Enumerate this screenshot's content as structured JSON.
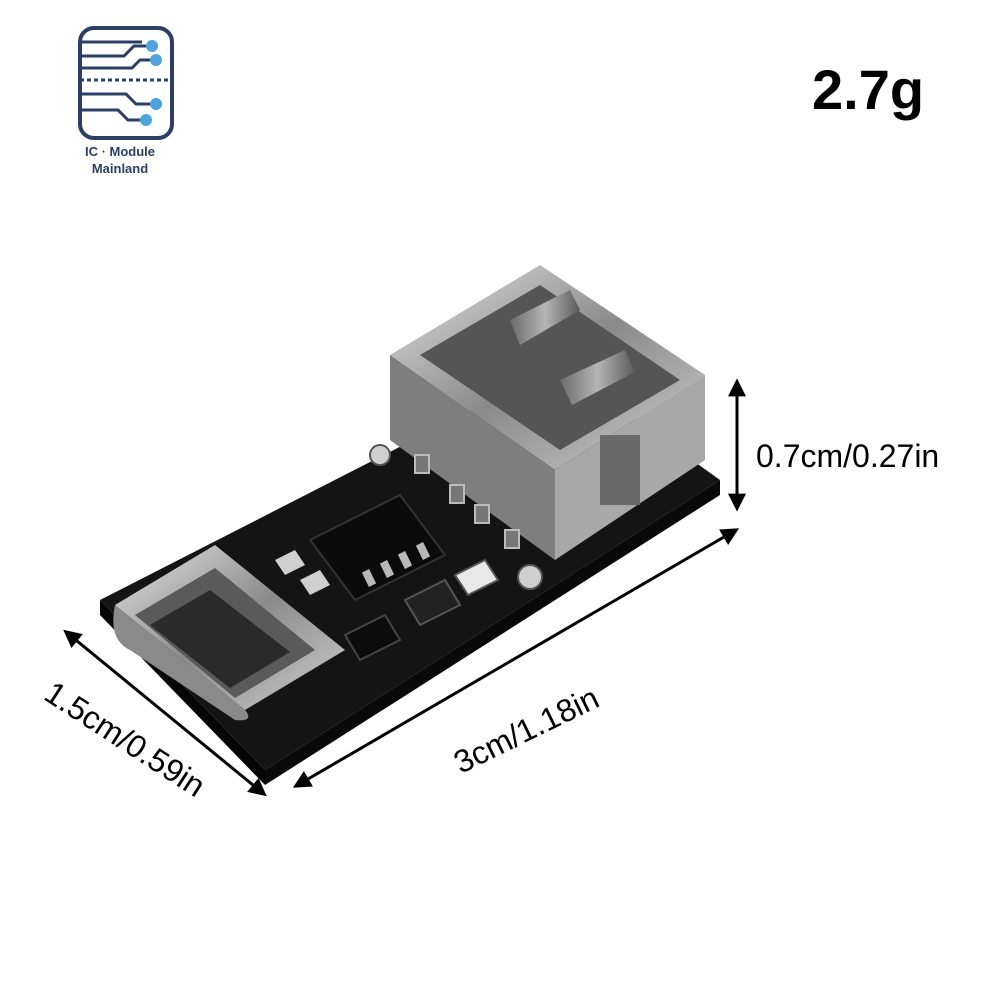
{
  "logo": {
    "line1": "IC · Module",
    "line2": "Mainland",
    "colors": {
      "frame": "#2b3f66",
      "node": "#4fa3e0"
    }
  },
  "weight": {
    "label": "2.7g"
  },
  "dimensions": {
    "height": "0.7cm/0.27in",
    "length": "3cm/1.18in",
    "width": "1.5cm/0.59in"
  },
  "product": {
    "name_icon": "usb-c-to-usb-a-module",
    "colors": {
      "pcb": "#111111",
      "metal": "#9b9b9b",
      "arrow": "#000000"
    }
  }
}
